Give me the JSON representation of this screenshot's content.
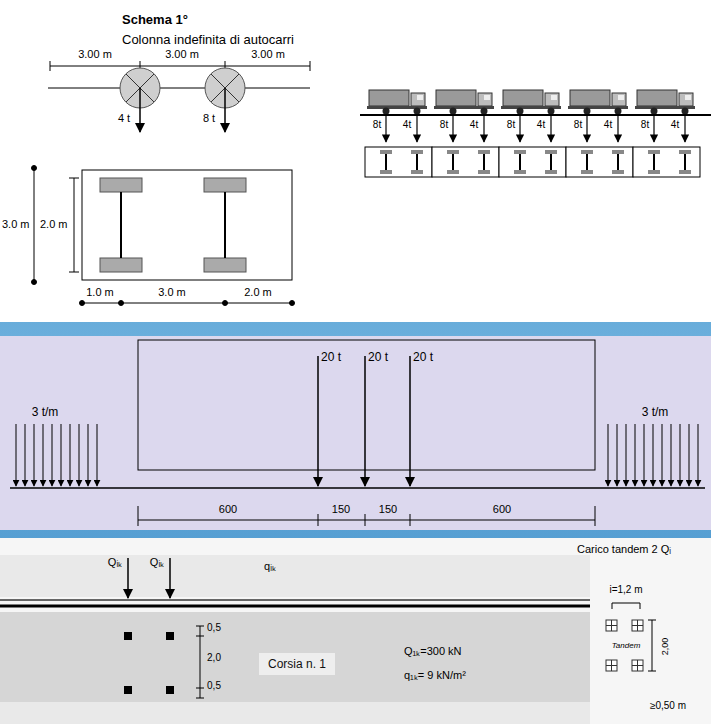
{
  "diagram": {
    "title": "Schema 1°",
    "nodes": [
      {
        "text": [
          "Corsia n. 1"
        ]
      }
    ],
    "labels": [
      "Colonna indefinita di autocarri",
      "3.00 m",
      "3.00 m",
      "3.00 m",
      "4 t",
      "8 t",
      "3.0 m",
      "2.0 m",
      "1.0 m",
      "3.0 m",
      "2.0 m",
      "8t",
      "4t",
      "8t",
      "4t",
      "8t",
      "4t",
      "8t",
      "4t",
      "8t",
      "4t",
      "3 t/m",
      "20 t",
      "20 t",
      "20 t",
      "3 t/m",
      "600",
      "150",
      "150",
      "600",
      "Qᵢₖ",
      "Qᵢₖ",
      "qᵢₖ",
      "0,5",
      "2,0",
      "0,5",
      "Q₁ₖ=300 kN",
      "q₁ₖ= 9 kN/m²",
      "Carico tandem 2 Qᵢ",
      "i=1,2 m",
      "Tandem",
      "2,00",
      "≥0,50 m"
    ]
  }
}
